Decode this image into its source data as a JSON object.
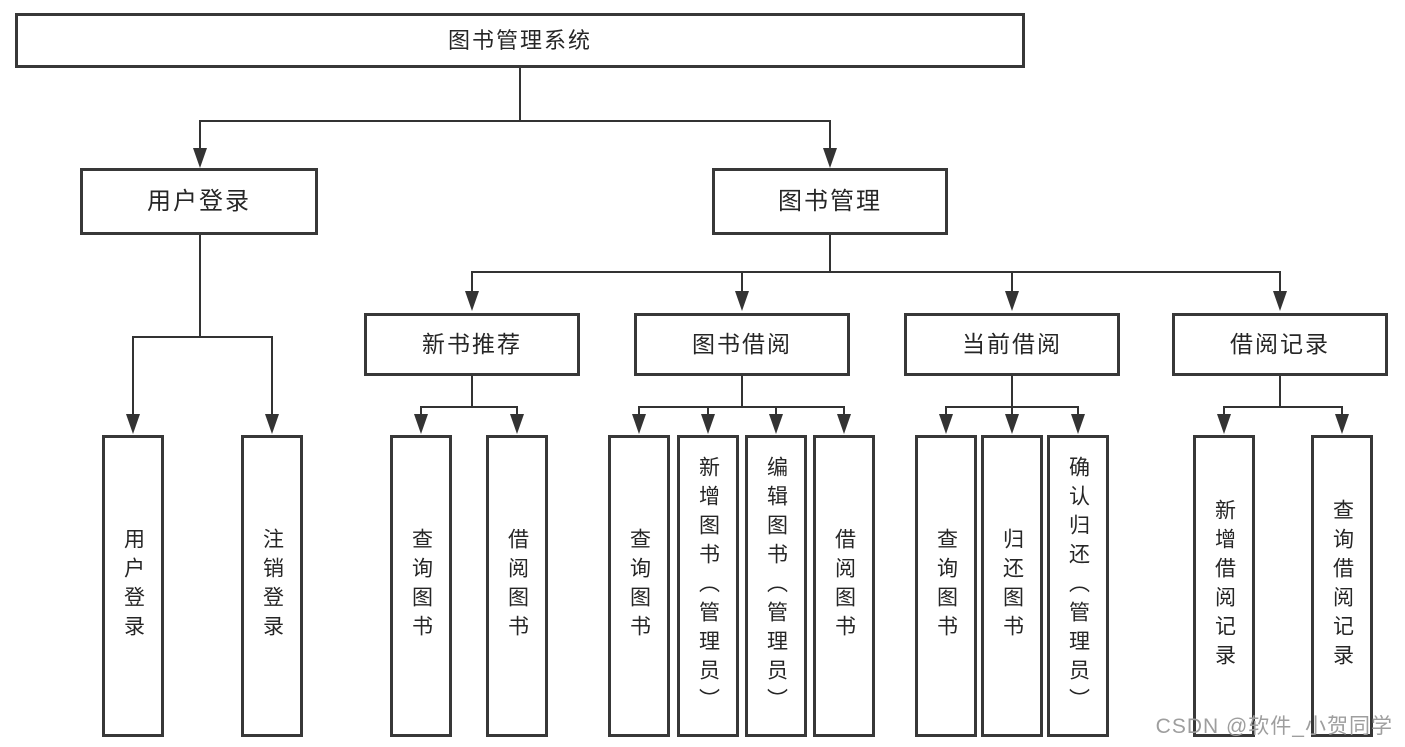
{
  "diagram": {
    "root": {
      "label": "图书管理系统"
    },
    "branches": [
      {
        "label": "用户登录",
        "children": [
          {
            "label": "用户登录"
          },
          {
            "label": "注销登录"
          }
        ]
      },
      {
        "label": "图书管理",
        "children": [
          {
            "label": "新书推荐",
            "children": [
              {
                "label": "查询图书"
              },
              {
                "label": "借阅图书"
              }
            ]
          },
          {
            "label": "图书借阅",
            "children": [
              {
                "label": "查询图书"
              },
              {
                "label": "新增图书（管理员）"
              },
              {
                "label": "编辑图书（管理员）"
              },
              {
                "label": "借阅图书"
              }
            ]
          },
          {
            "label": "当前借阅",
            "children": [
              {
                "label": "查询图书"
              },
              {
                "label": "归还图书"
              },
              {
                "label": "确认归还（管理员）"
              }
            ]
          },
          {
            "label": "借阅记录",
            "children": [
              {
                "label": "新增借阅记录"
              },
              {
                "label": "查询借阅记录"
              }
            ]
          }
        ]
      }
    ]
  },
  "watermark": {
    "text": "CSDN @软件_小贺同学",
    "color": "#9e9e9e"
  },
  "colors": {
    "background": "#ffffff",
    "border": "#383838",
    "line": "#333333",
    "text": "#262626"
  }
}
